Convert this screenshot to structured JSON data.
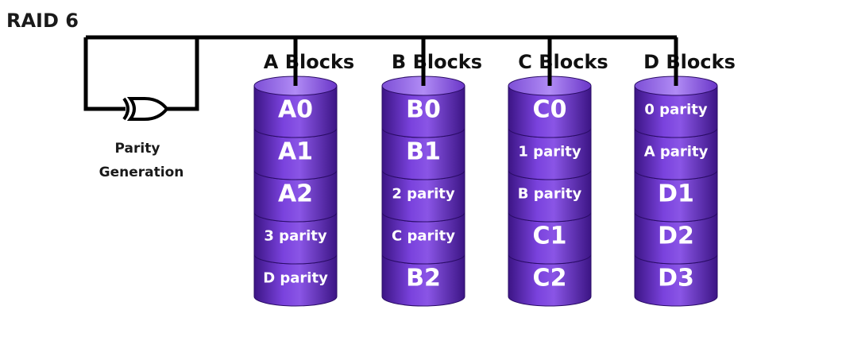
{
  "title": "RAID 6",
  "parity_generation": {
    "label_line1": "Parity",
    "label_line2": "Generation"
  },
  "colors": {
    "bus": "#000000",
    "gate": "#000000",
    "disk_light": "#8a55e6",
    "disk_mid": "#6a2fc9",
    "disk_dark": "#3c1585",
    "disk_top": "#a57af0",
    "disk_text": "#ffffff"
  },
  "disks": [
    {
      "header": "A Blocks",
      "blocks": [
        "A0",
        "A1",
        "A2",
        "3 parity",
        "D parity"
      ]
    },
    {
      "header": "B Blocks",
      "blocks": [
        "B0",
        "B1",
        "2 parity",
        "C parity",
        "B2"
      ]
    },
    {
      "header": "C Blocks",
      "blocks": [
        "C0",
        "1 parity",
        "B parity",
        "C1",
        "C2"
      ]
    },
    {
      "header": "D Blocks",
      "blocks": [
        "0 parity",
        "A parity",
        "D1",
        "D2",
        "D3"
      ]
    }
  ]
}
